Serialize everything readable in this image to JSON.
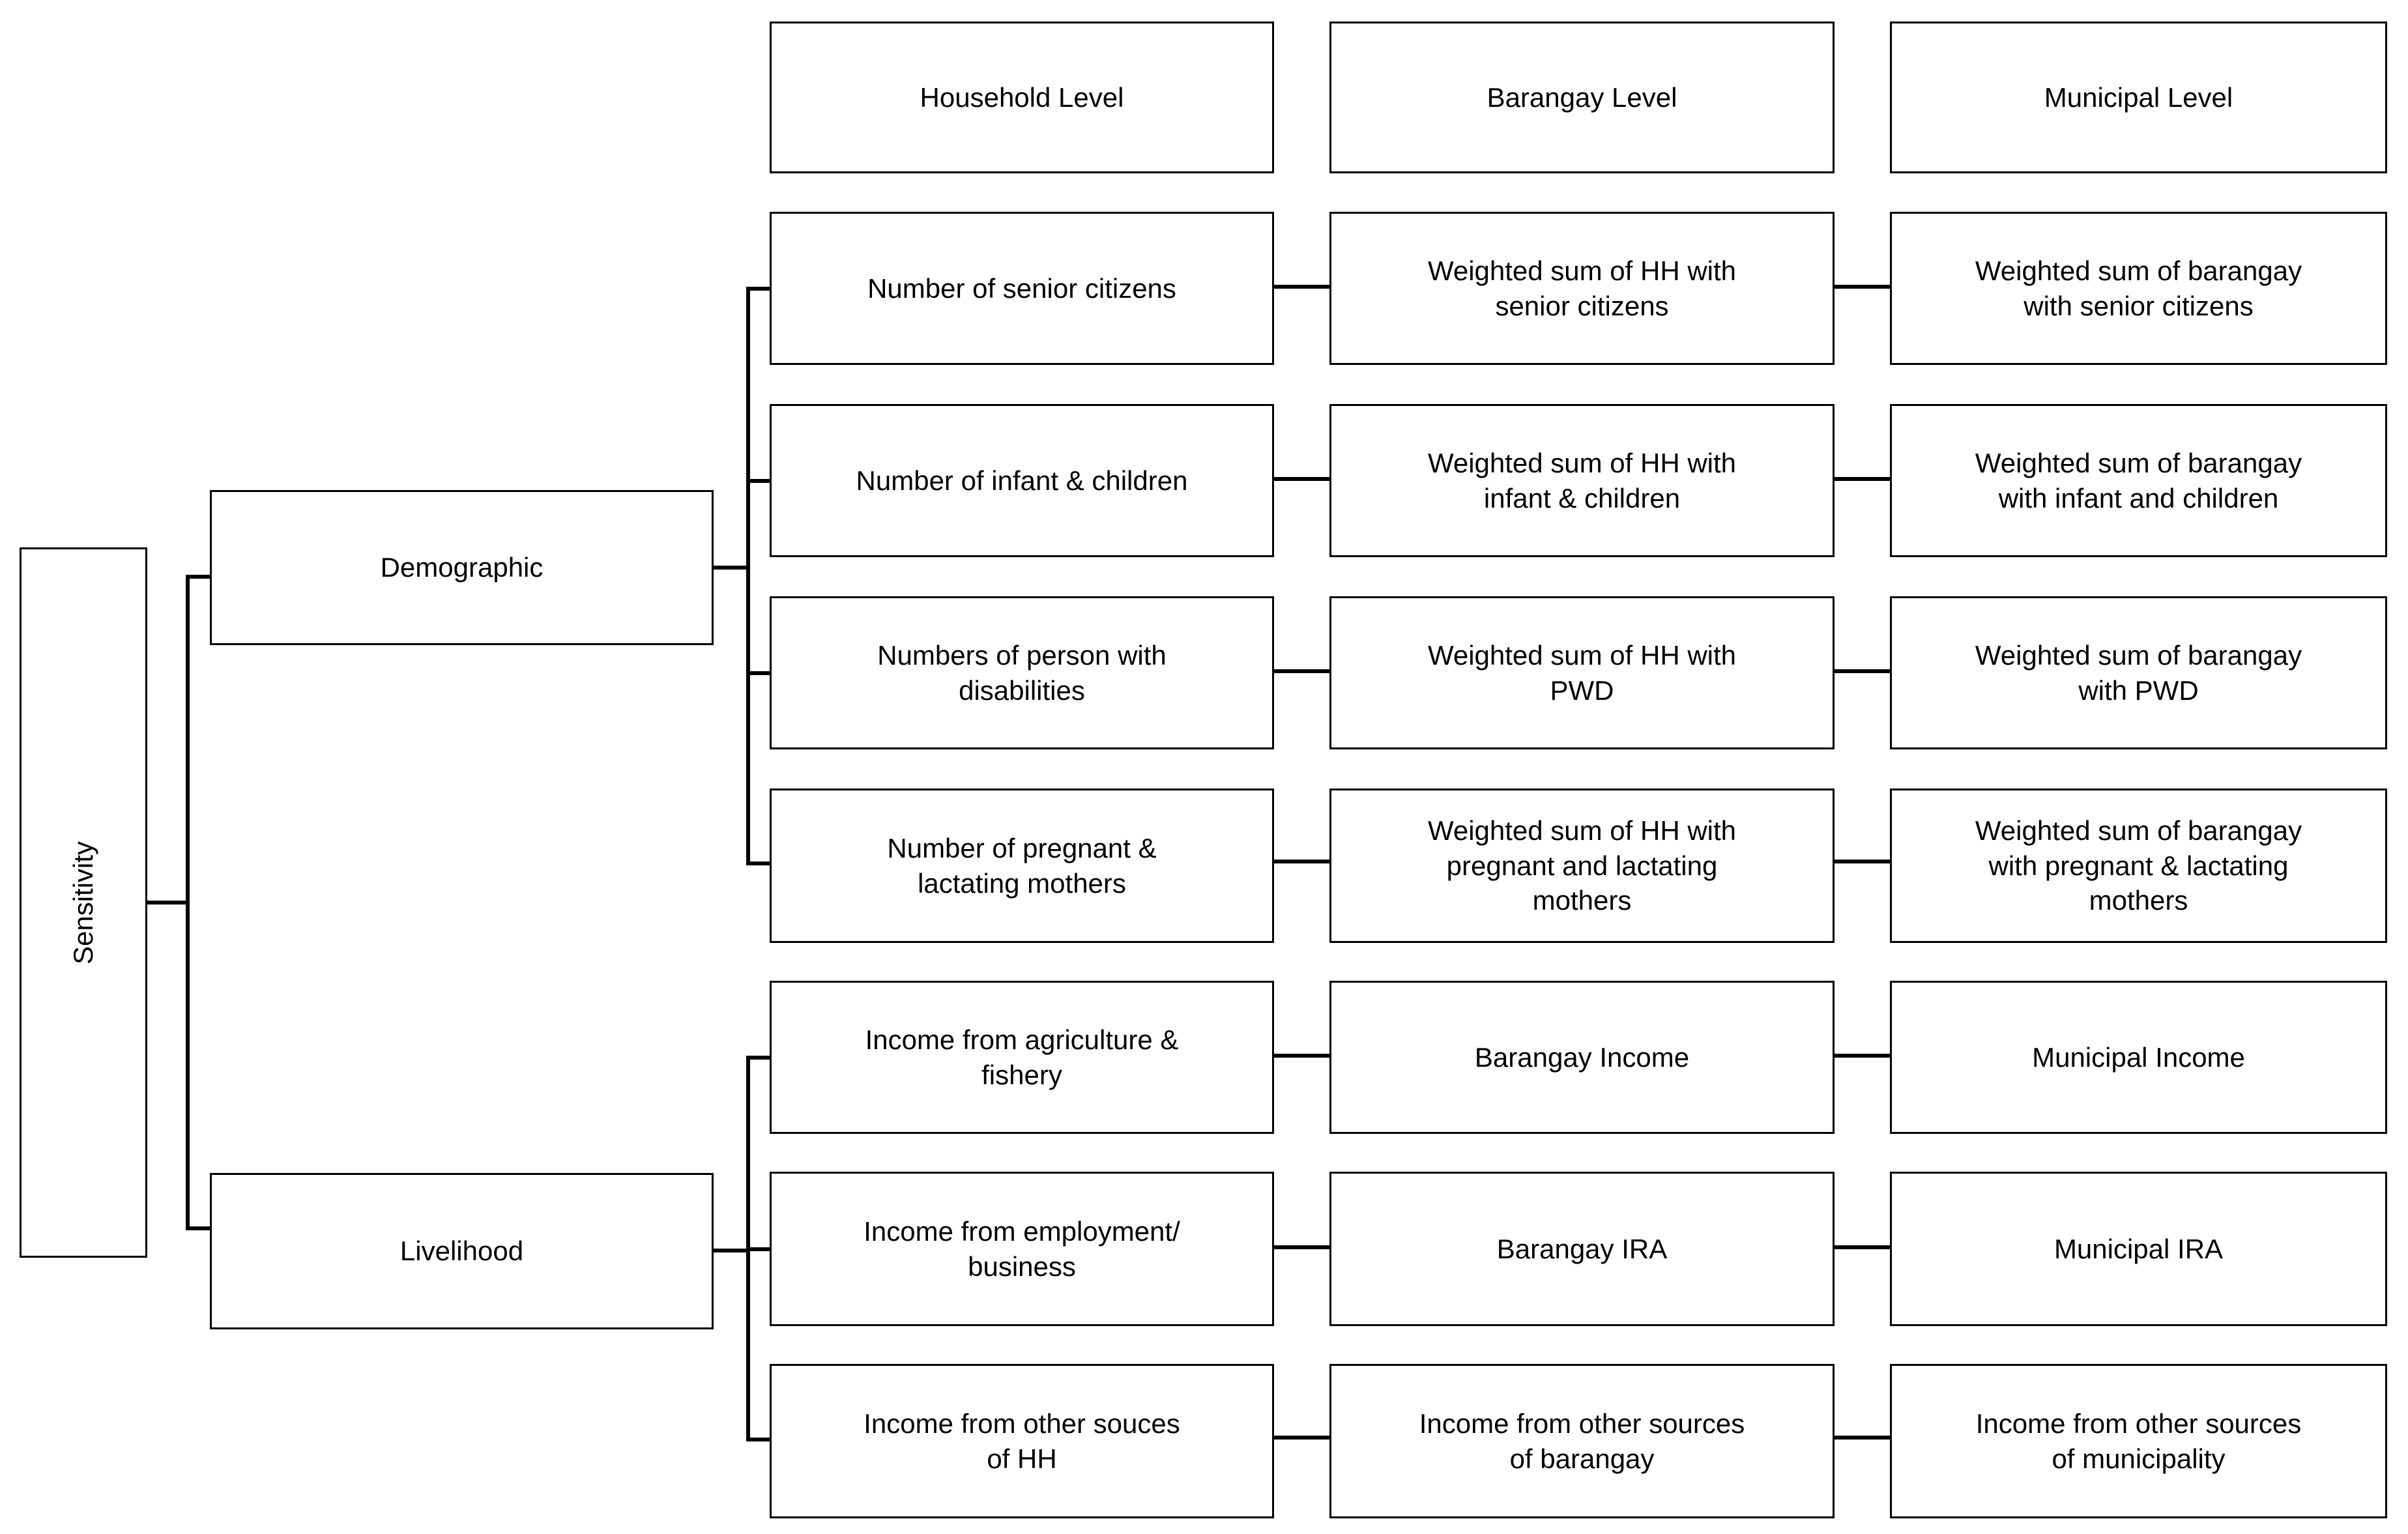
{
  "diagram": {
    "title_root": "Sensitivity",
    "columns": [
      {
        "id": "household",
        "label": "Household Level"
      },
      {
        "id": "barangay",
        "label": "Barangay Level"
      },
      {
        "id": "municipal",
        "label": "Municipal Level"
      }
    ],
    "categories": [
      {
        "id": "demographic",
        "label": "Demographic"
      },
      {
        "id": "livelihood",
        "label": "Livelihood"
      }
    ],
    "rows": [
      {
        "category": "demographic",
        "household": "Number of senior citizens",
        "barangay": "Weighted sum of HH with\nsenior citizens",
        "municipal": "Weighted sum of barangay\nwith senior citizens"
      },
      {
        "category": "demographic",
        "household": "Number of infant & children",
        "barangay": "Weighted sum  of HH with\ninfant & children",
        "municipal": "Weighted sum of barangay\nwith infant and children"
      },
      {
        "category": "demographic",
        "household": "Numbers of person with\ndisabilities",
        "barangay": "Weighted sum of HH with\nPWD",
        "municipal": "Weighted sum of barangay\nwith PWD"
      },
      {
        "category": "demographic",
        "household": "Number of pregnant &\nlactating mothers",
        "barangay": "Weighted sum of HH with\npregnant and lactating\nmothers",
        "municipal": "Weighted sum of barangay\nwith pregnant & lactating\nmothers"
      },
      {
        "category": "livelihood",
        "household": "Income from agriculture &\nfishery",
        "barangay": "Barangay Income",
        "municipal": "Municipal Income"
      },
      {
        "category": "livelihood",
        "household": "Income from employment/\nbusiness",
        "barangay": "Barangay IRA",
        "municipal": "Municipal IRA"
      },
      {
        "category": "livelihood",
        "household": "Income from other souces\nof HH",
        "barangay": "Income from other sources\nof barangay",
        "municipal": "Income from other sources\nof municipality"
      }
    ],
    "colors": {
      "line": "#000000",
      "background": "#ffffff",
      "text": "#000000"
    }
  }
}
